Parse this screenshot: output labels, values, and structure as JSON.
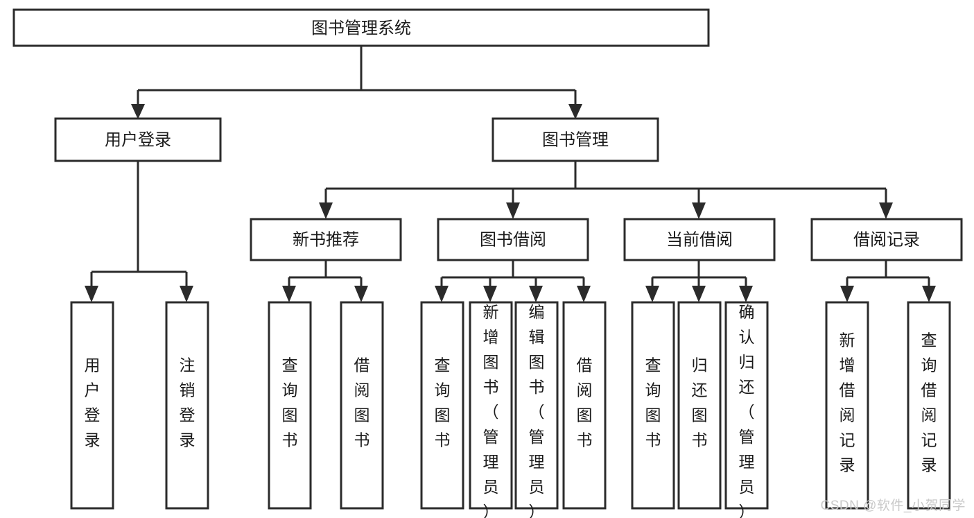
{
  "diagram": {
    "type": "tree",
    "title": "图书管理系统",
    "orientation": "top-down",
    "colors": {
      "box_stroke": "#2b2b2b",
      "box_fill": "#ffffff",
      "connector": "#2b2b2b",
      "text": "#1a1a1a",
      "watermark": "#c9c9c9",
      "background": "#ffffff"
    },
    "levels": {
      "root": "图书管理系统",
      "level2": [
        "用户登录",
        "图书管理"
      ],
      "level3": [
        "新书推荐",
        "图书借阅",
        "当前借阅",
        "借阅记录"
      ]
    },
    "nodes": {
      "root": {
        "id": "root",
        "label": "图书管理系统",
        "orient": "horizontal"
      },
      "level2": [
        {
          "id": "user-login",
          "label": "用户登录",
          "orient": "horizontal"
        },
        {
          "id": "book-management",
          "label": "图书管理",
          "orient": "horizontal"
        }
      ],
      "level3": [
        {
          "id": "new-book-recommend",
          "label": "新书推荐",
          "orient": "horizontal"
        },
        {
          "id": "book-borrow",
          "label": "图书借阅",
          "orient": "horizontal"
        },
        {
          "id": "current-borrow",
          "label": "当前借阅",
          "orient": "horizontal"
        },
        {
          "id": "borrow-record",
          "label": "借阅记录",
          "orient": "horizontal"
        }
      ],
      "leaves": [
        {
          "id": "leaf-user-login",
          "label": "用户登录",
          "chars": [
            "用",
            "户",
            "登",
            "录"
          ],
          "parent": "用户登录",
          "align": "center"
        },
        {
          "id": "leaf-logout",
          "label": "注销登录",
          "chars": [
            "注",
            "销",
            "登",
            "录"
          ],
          "parent": "用户登录",
          "align": "center"
        },
        {
          "id": "leaf-query-book-1",
          "label": "查询图书",
          "chars": [
            "查",
            "询",
            "图",
            "书"
          ],
          "parent": "新书推荐",
          "align": "center"
        },
        {
          "id": "leaf-borrow-book-1",
          "label": "借阅图书",
          "chars": [
            "借",
            "阅",
            "图",
            "书"
          ],
          "parent": "新书推荐",
          "align": "center"
        },
        {
          "id": "leaf-query-book-2",
          "label": "查询图书",
          "chars": [
            "查",
            "询",
            "图",
            "书"
          ],
          "parent": "图书借阅",
          "align": "center"
        },
        {
          "id": "leaf-add-book",
          "label": "新增图书（管理员）",
          "chars": [
            "新",
            "增",
            "图",
            "书",
            "（",
            "管",
            "理",
            "员",
            "）"
          ],
          "parent": "图书借阅",
          "align": "top"
        },
        {
          "id": "leaf-edit-book",
          "label": "编辑图书（管理员）",
          "chars": [
            "编",
            "辑",
            "图",
            "书",
            "（",
            "管",
            "理",
            "员",
            "）"
          ],
          "parent": "图书借阅",
          "align": "top"
        },
        {
          "id": "leaf-borrow-book-2",
          "label": "借阅图书",
          "chars": [
            "借",
            "阅",
            "图",
            "书"
          ],
          "parent": "图书借阅",
          "align": "center"
        },
        {
          "id": "leaf-query-book-3",
          "label": "查询图书",
          "chars": [
            "查",
            "询",
            "图",
            "书"
          ],
          "parent": "当前借阅",
          "align": "center"
        },
        {
          "id": "leaf-return-book",
          "label": "归还图书",
          "chars": [
            "归",
            "还",
            "图",
            "书"
          ],
          "parent": "当前借阅",
          "align": "center"
        },
        {
          "id": "leaf-confirm-return",
          "label": "确认归还（管理员）",
          "chars": [
            "确",
            "认",
            "归",
            "还",
            "（",
            "管",
            "理",
            "员",
            "）"
          ],
          "parent": "当前借阅",
          "align": "top"
        },
        {
          "id": "leaf-add-record",
          "label": "新增借阅记录",
          "chars": [
            "新",
            "增",
            "借",
            "阅",
            "记",
            "录"
          ],
          "parent": "借阅记录",
          "align": "center"
        },
        {
          "id": "leaf-query-record",
          "label": "查询借阅记录",
          "chars": [
            "查",
            "询",
            "借",
            "阅",
            "记",
            "录"
          ],
          "parent": "借阅记录",
          "align": "center"
        }
      ]
    },
    "edges": [
      {
        "from": "图书管理系统",
        "to": "用户登录"
      },
      {
        "from": "图书管理系统",
        "to": "图书管理"
      },
      {
        "from": "图书管理",
        "to": "新书推荐"
      },
      {
        "from": "图书管理",
        "to": "图书借阅"
      },
      {
        "from": "图书管理",
        "to": "当前借阅"
      },
      {
        "from": "图书管理",
        "to": "借阅记录"
      },
      {
        "from": "用户登录",
        "to": "用户登录"
      },
      {
        "from": "用户登录",
        "to": "注销登录"
      },
      {
        "from": "新书推荐",
        "to": "查询图书"
      },
      {
        "from": "新书推荐",
        "to": "借阅图书"
      },
      {
        "from": "图书借阅",
        "to": "查询图书"
      },
      {
        "from": "图书借阅",
        "to": "新增图书（管理员）"
      },
      {
        "from": "图书借阅",
        "to": "编辑图书（管理员）"
      },
      {
        "from": "图书借阅",
        "to": "借阅图书"
      },
      {
        "from": "当前借阅",
        "to": "查询图书"
      },
      {
        "from": "当前借阅",
        "to": "归还图书"
      },
      {
        "from": "当前借阅",
        "to": "确认归还（管理员）"
      },
      {
        "from": "借阅记录",
        "to": "新增借阅记录"
      },
      {
        "from": "借阅记录",
        "to": "查询借阅记录"
      }
    ]
  },
  "watermark": {
    "text": "CSDN @软件_小贺同学"
  }
}
